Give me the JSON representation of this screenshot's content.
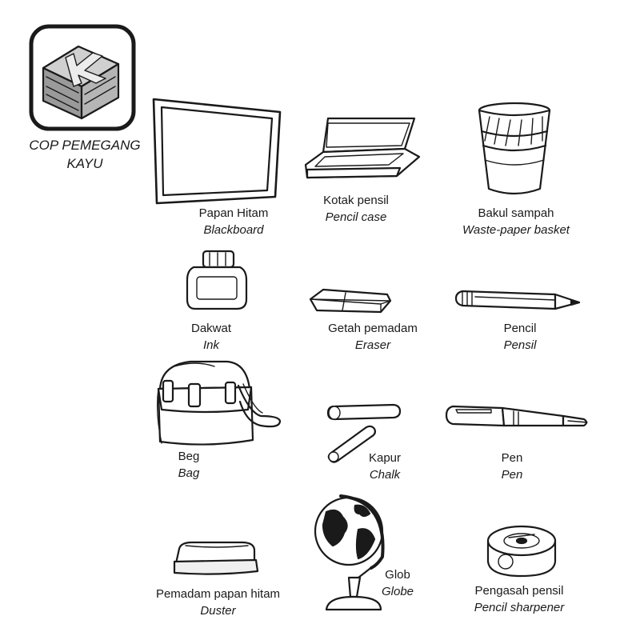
{
  "stamp": {
    "logo_letter": "K",
    "caption_line1": "COP PEMEGANG",
    "caption_line2": "KAYU"
  },
  "items": [
    {
      "id": "blackboard",
      "ms": "Papan Hitam",
      "en": "Blackboard"
    },
    {
      "id": "pencil_case",
      "ms": "Kotak pensil",
      "en": "Pencil case"
    },
    {
      "id": "basket",
      "ms": "Bakul sampah",
      "en": "Waste-paper basket"
    },
    {
      "id": "ink",
      "ms": "Dakwat",
      "en": "Ink"
    },
    {
      "id": "eraser",
      "ms": "Getah pemadam",
      "en": "Eraser"
    },
    {
      "id": "pencil",
      "ms": "Pencil",
      "en": "Pensil"
    },
    {
      "id": "bag",
      "ms": "Beg",
      "en": "Bag"
    },
    {
      "id": "chalk",
      "ms": "Kapur",
      "en": "Chalk"
    },
    {
      "id": "pen",
      "ms": "Pen",
      "en": "Pen"
    },
    {
      "id": "duster",
      "ms": "Pemadam papan hitam",
      "en": "Duster"
    },
    {
      "id": "globe",
      "ms": "Glob",
      "en": "Globe"
    },
    {
      "id": "sharpener",
      "ms": "Pengasah pensil",
      "en": "Pencil sharpener"
    }
  ]
}
